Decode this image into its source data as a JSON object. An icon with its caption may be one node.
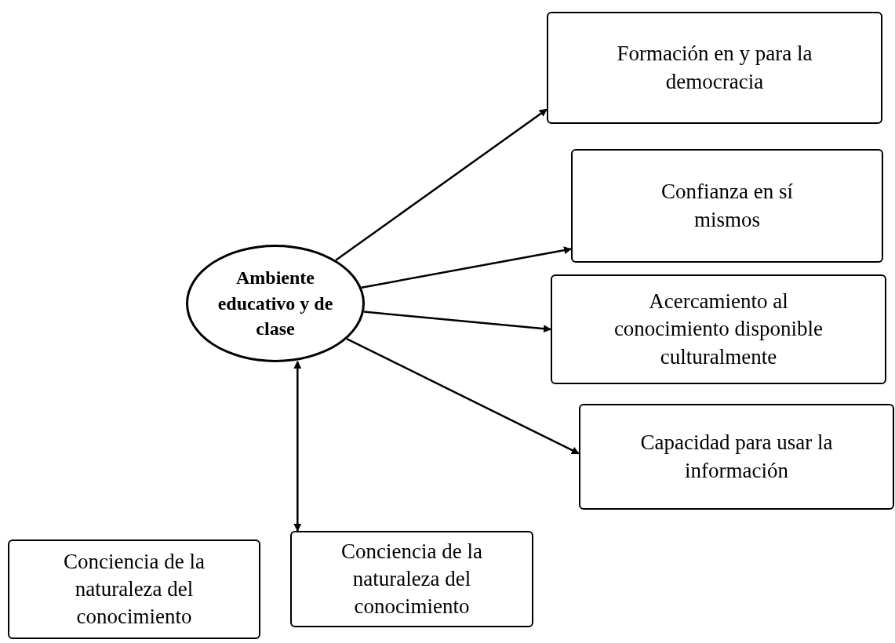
{
  "diagram": {
    "nodes": [
      {
        "text": [
          "Ambiente educativo y de clase"
        ]
      },
      {
        "text": [
          "Formación en y para la democracia"
        ]
      },
      {
        "text": [
          "Confianza en sí mismos"
        ]
      },
      {
        "text": [
          "Acercamiento al conocimiento disponible culturalmente"
        ]
      },
      {
        "text": [
          "Capacidad para usar la información"
        ]
      },
      {
        "text": [
          "Conciencia de la naturaleza del conocimiento"
        ]
      },
      {
        "text": [
          "Conciencia de la naturaleza del conocimiento"
        ]
      }
    ],
    "edges": [
      {
        "from": 0,
        "to": 1,
        "arrow": "to"
      },
      {
        "from": 0,
        "to": 2,
        "arrow": "to"
      },
      {
        "from": 0,
        "to": 3,
        "arrow": "to"
      },
      {
        "from": 0,
        "to": 4,
        "arrow": "to"
      },
      {
        "from": 0,
        "to": 6,
        "arrow": "both"
      }
    ]
  }
}
